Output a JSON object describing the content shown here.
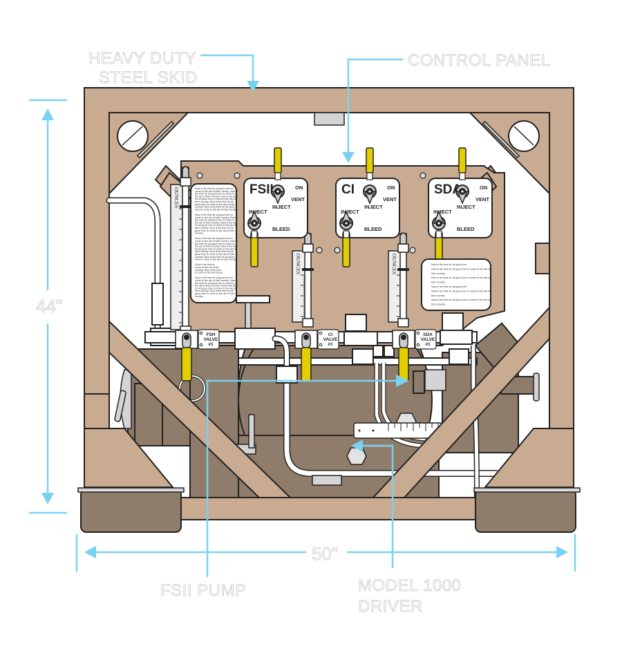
{
  "callouts": {
    "skid_line1": "HEAVY DUTY",
    "skid_line2": "STEEL SKID",
    "control_panel": "CONTROL PANEL",
    "pump": "FSII PUMP",
    "driver_line1": "MODEL 1000",
    "driver_line2": "DRIVER"
  },
  "dimensions": {
    "height": "44\"",
    "width": "50\""
  },
  "panels": [
    {
      "title": "FSII",
      "on": "ON",
      "vent": "VENT",
      "inject_top": "INJECT",
      "inject_bottom": "INJECT",
      "bleed": "BLEED"
    },
    {
      "title": "CI",
      "on": "ON",
      "vent": "VENT",
      "inject_top": "INJECT",
      "inject_bottom": "INJECT",
      "bleed": "BLEED"
    },
    {
      "title": "SDA",
      "on": "ON",
      "vent": "VENT",
      "inject_top": "INJECT",
      "inject_bottom": "INJECT",
      "bleed": "BLEED"
    }
  ],
  "gauges": {
    "unit_label": "OUNCES"
  },
  "valve_tags": [
    {
      "line1": "FSH",
      "line2": "VALVE",
      "line3": "#1"
    },
    {
      "line1": "CI",
      "line2": "VALVE",
      "line3": "#1"
    },
    {
      "line1": "SDA",
      "line2": "VALVE",
      "line3": "#1"
    }
  ],
  "instruction_cards": {
    "left_lines": [
      "Now is the time for all good men to",
      "come to the aid of their country. Now is",
      "the time for all good men to come to",
      "the aid of their country. Now is the time",
      "for all good men to come to the aid of",
      "their country. Now is the time for all",
      "good men to come to the aid of their",
      "country. Now is the time for all good",
      "men to come to the aid of their country.",
      "",
      "Now is the time for all good men to",
      "come to the aid of their country. Now is",
      "the time for all good men to come to",
      "the aid of their country. Now is the time",
      "for all good men to come to the aid of",
      "their country. Now is the time for all",
      "good men to come to the aid of their",
      "country.",
      "",
      "Now is the time for all good men to",
      "come to the aid of their country. Now is",
      "the time for all good men to come to",
      "the aid of their country. Now is the time",
      "for all good men to come to the aid of",
      "their country. Now is the time for all",
      "good men to come to the aid of their",
      "country. Now is the time for all good",
      "men to come to the aid of their country.",
      "",
      "Now is the time to",
      "come to the aid of the",
      "country. Now is the time",
      "to come to the aid of your",
      "",
      "Now is the time for all good men to",
      "come to the aid of their country. Now is",
      "the time for all good men to come to",
      "the aid of their country. Now is the time",
      "for all good men to come to the aid of",
      "their country. Now is the time for all",
      "good men to come to the aid of their",
      "country."
    ],
    "right_lines": [
      "Now is the time for all good men",
      "Now is the time for all good men to come to the aid of",
      "their country",
      "Now is the time for all good men to come to the aid of",
      "their country",
      "Now is the time for all good men",
      "Now is the time for all good men to come to the aid of",
      "their country",
      "Now is the time for all good men to come to the aid of",
      "their country"
    ]
  },
  "colors": {
    "steel": "#c9ab91",
    "dark_steel": "#907c6a",
    "handle": "#e3cf00",
    "callout_arrow": "#79d2f2",
    "outline": "#222222"
  }
}
